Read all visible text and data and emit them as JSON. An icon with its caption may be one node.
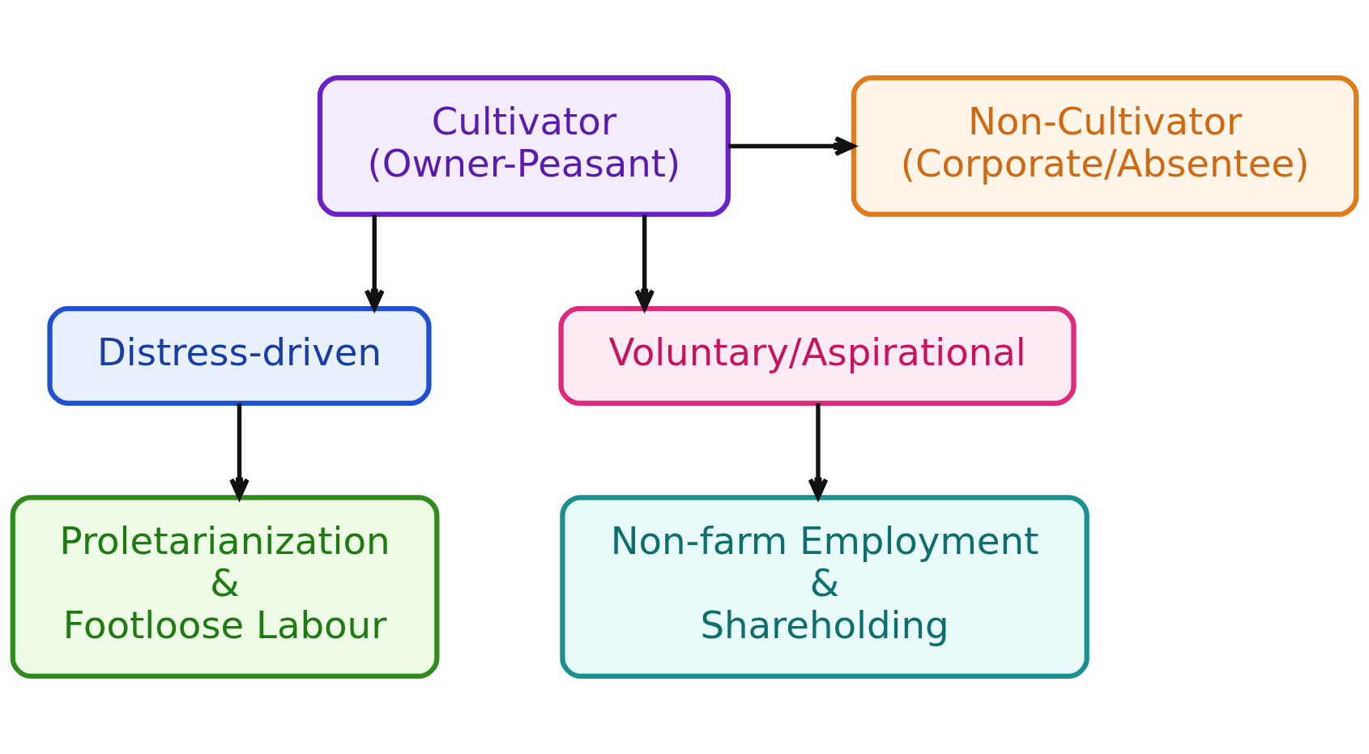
{
  "diagram": {
    "nodes": [
      {
        "text": [
          "Cultivator (Owner-Peasant)"
        ]
      },
      {
        "text": [
          "Non-Cultivator (Corporate/Absentee)"
        ]
      },
      {
        "text": [
          "Distress-driven"
        ]
      },
      {
        "text": [
          "Voluntary/Aspirational"
        ]
      },
      {
        "text": [
          "Proletarianization & Footloose Labour"
        ]
      },
      {
        "text": [
          "Non-farm Employment & Shareholding"
        ]
      }
    ],
    "edges": [
      {
        "from": 0,
        "to": 1,
        "arrow": "to"
      },
      {
        "from": 0,
        "to": 2,
        "arrow": "to"
      },
      {
        "from": 0,
        "to": 3,
        "arrow": "to"
      },
      {
        "from": 2,
        "to": 4,
        "arrow": "to"
      },
      {
        "from": 3,
        "to": 5,
        "arrow": "to"
      }
    ]
  }
}
